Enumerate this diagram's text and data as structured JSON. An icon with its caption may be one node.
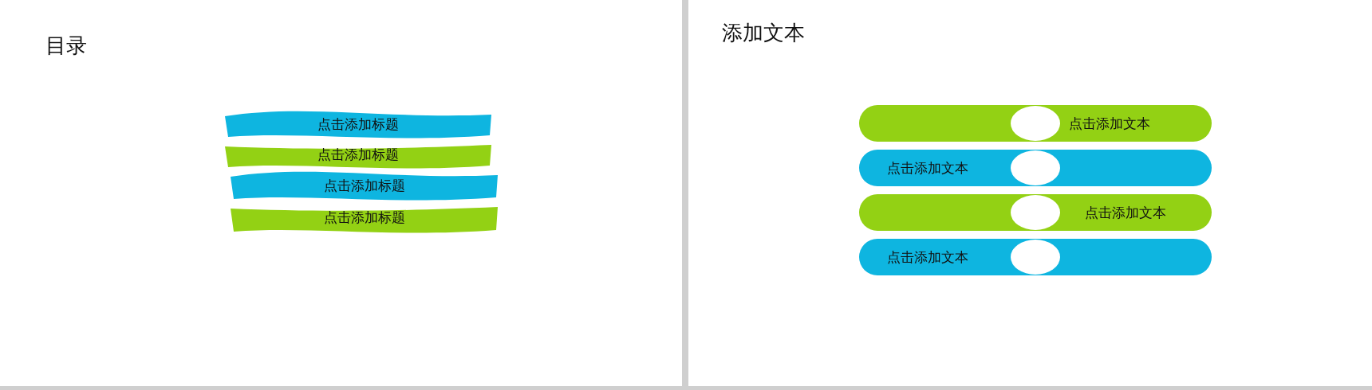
{
  "diagram": {
    "nodes": [
      {
        "text": [
          "点击添加标题"
        ]
      },
      {
        "text": [
          "点击添加标题"
        ]
      },
      {
        "text": [
          "点击添加标题"
        ]
      },
      {
        "text": [
          "点击添加标题"
        ]
      },
      {
        "text": [
          "点击添加文本"
        ]
      },
      {
        "text": [],
        "shape": "circle",
        "in": 4
      },
      {
        "text": [
          "点击添加文本"
        ]
      },
      {
        "text": [],
        "shape": "circle",
        "in": 6
      },
      {
        "text": [
          "点击添加文本"
        ]
      },
      {
        "text": [],
        "shape": "circle",
        "in": 8
      },
      {
        "text": [
          "点击添加文本"
        ]
      },
      {
        "text": [],
        "shape": "circle",
        "in": 10
      }
    ],
    "labels": [
      "目录",
      "添加文本"
    ]
  }
}
